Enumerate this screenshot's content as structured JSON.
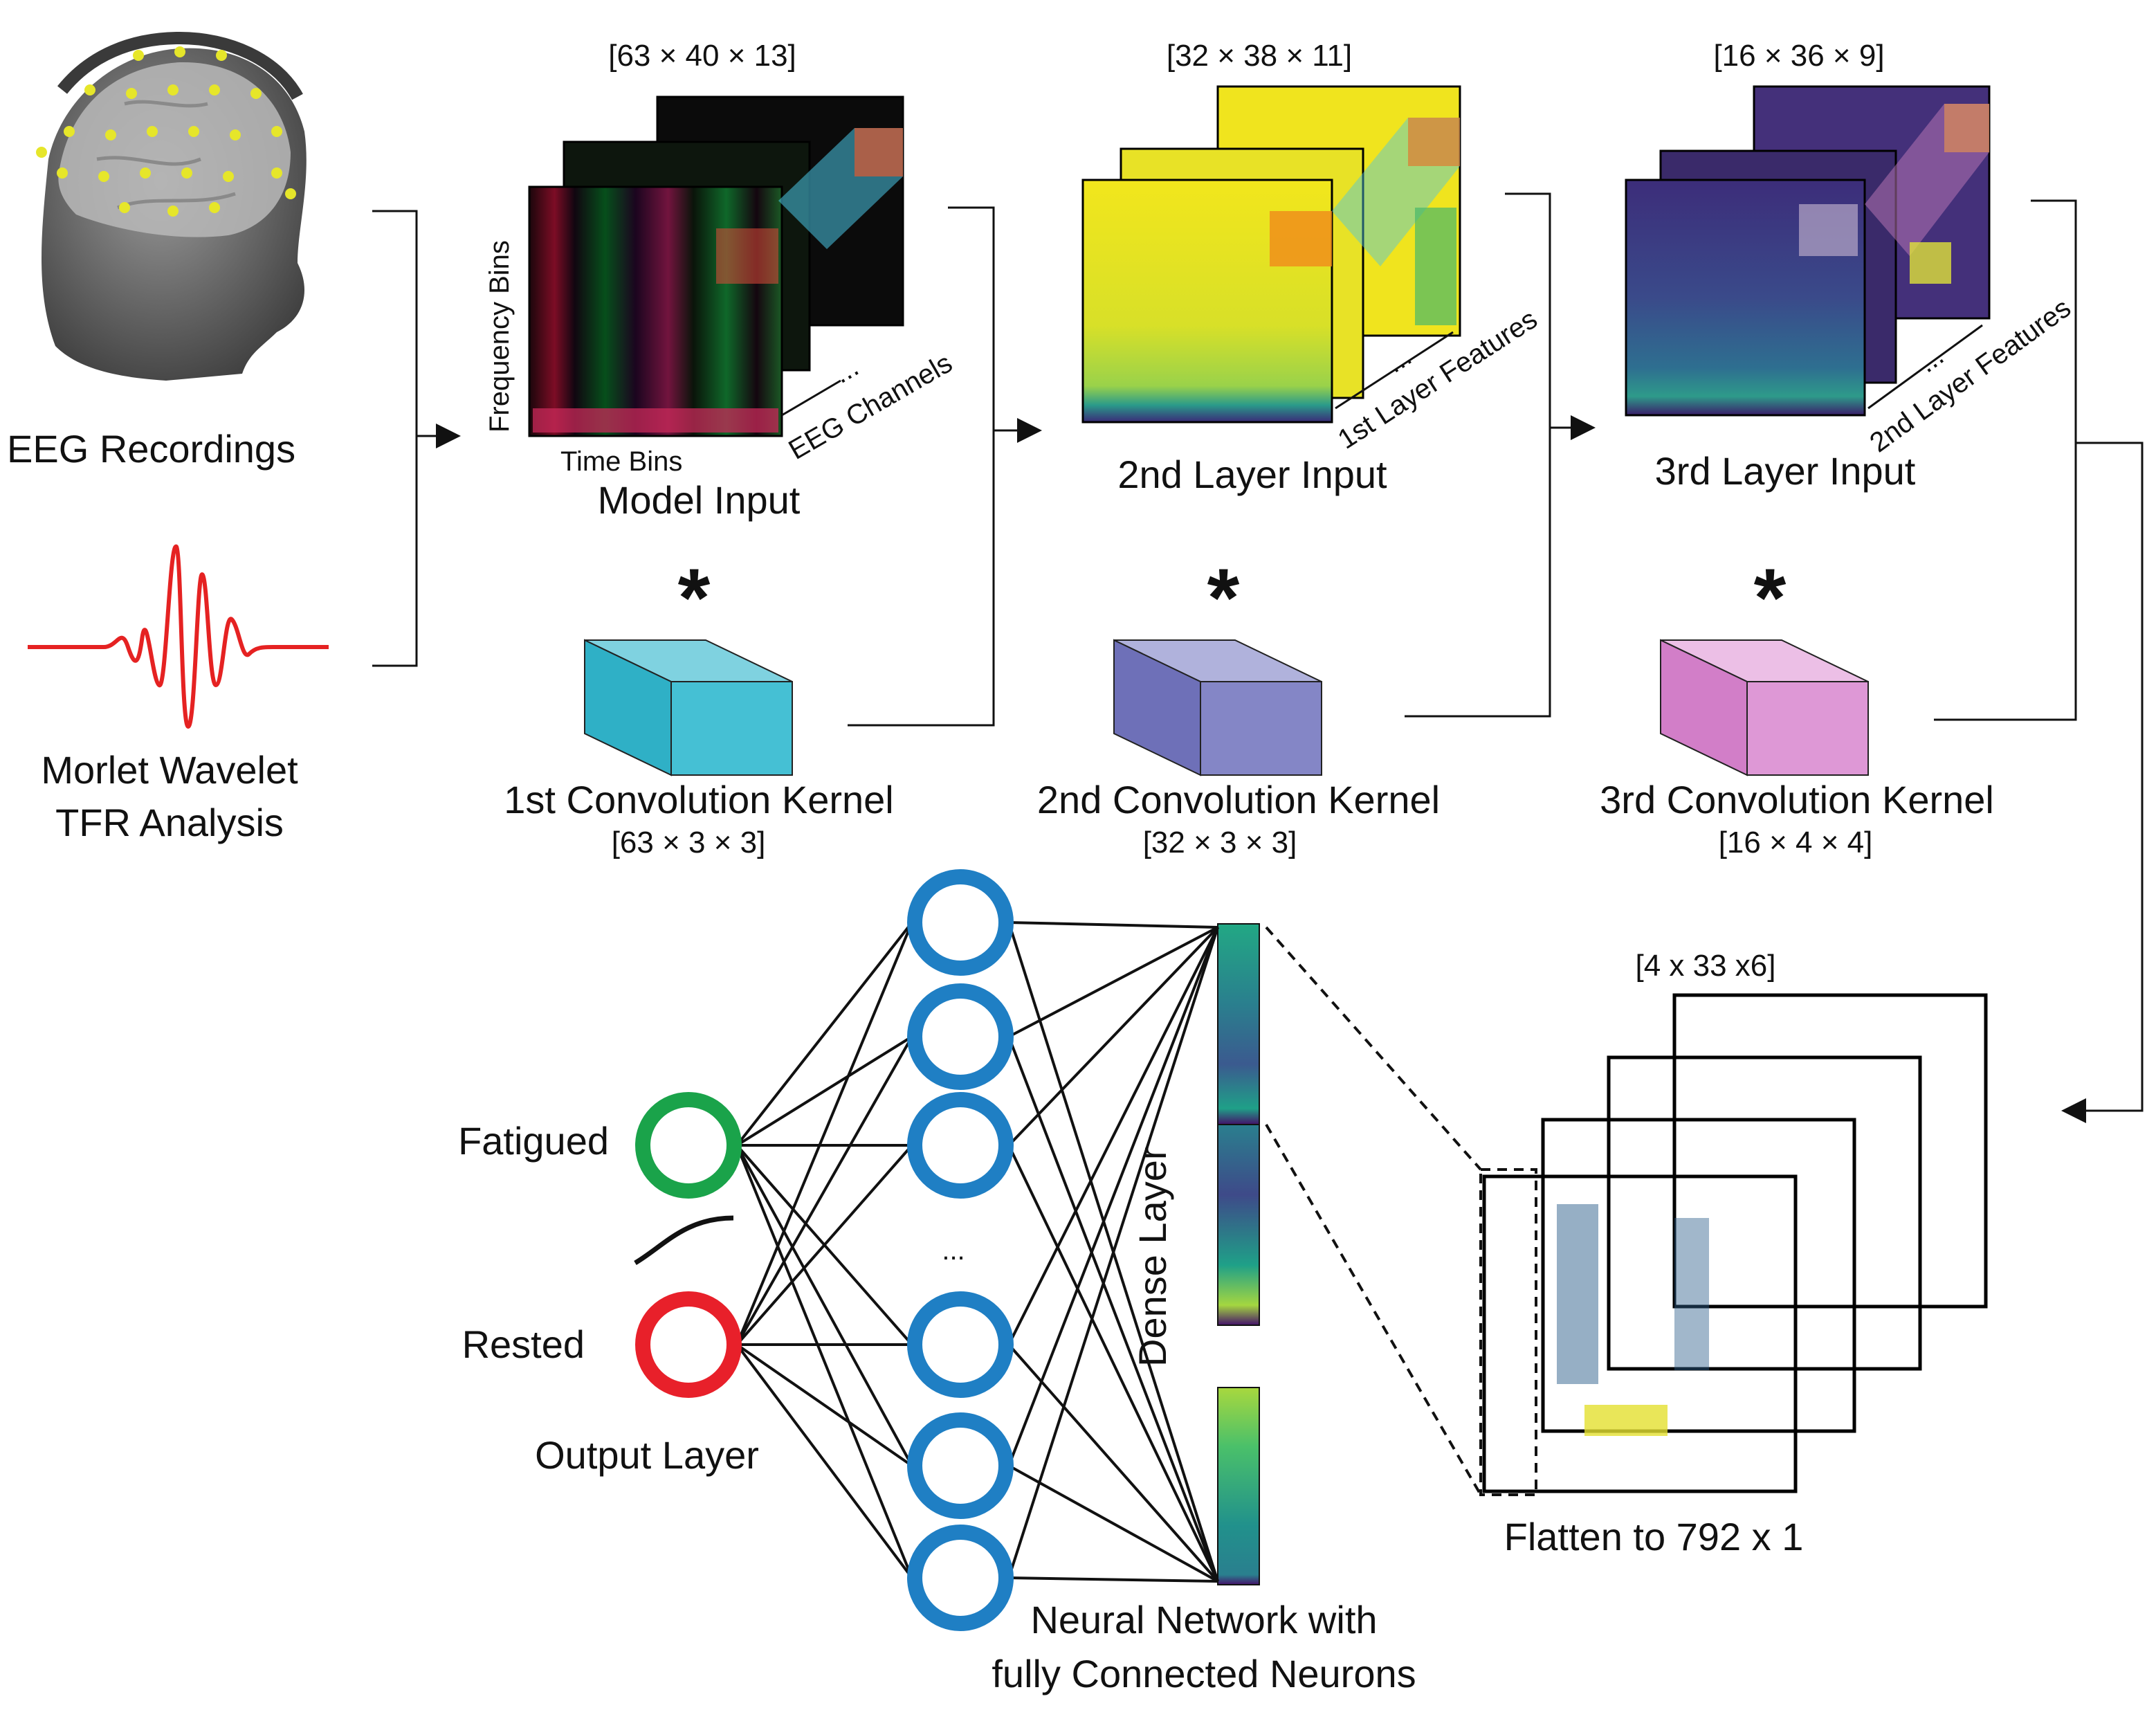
{
  "inputs": {
    "eeg_label": "EEG Recordings",
    "wavelet_label_line1": "Morlet Wavelet",
    "wavelet_label_line2": "TFR Analysis"
  },
  "model_input": {
    "dims": "[63 × 40 × 13]",
    "freq_axis": "Frequency Bins",
    "time_axis": "Time Bins",
    "channel_axis": "EEG Channels",
    "ellipsis": "...",
    "label": "Model Input"
  },
  "layer2_input": {
    "dims": "[32 × 38 × 11]",
    "feature_axis": "1st Layer Features",
    "ellipsis": "...",
    "label": "2nd Layer Input"
  },
  "layer3_input": {
    "dims": "[16 × 36 × 9]",
    "feature_axis": "2nd Layer Features",
    "ellipsis": "...",
    "label": "3rd Layer Input"
  },
  "kernels": [
    {
      "symbol": "*",
      "label": "1st Convolution Kernel",
      "dims": "[63 × 3 × 3]",
      "color": "#3ab8cc"
    },
    {
      "symbol": "*",
      "label": "2nd Convolution Kernel",
      "dims": "[32 × 3 × 3]",
      "color": "#7b7cc0"
    },
    {
      "symbol": "*",
      "label": "3rd Convolution Kernel",
      "dims": "[16 × 4 × 4]",
      "color": "#d48ecf"
    }
  ],
  "output_maps": {
    "dims": "[4 x 33 x6]",
    "flatten_label": "Flatten to 792 x 1"
  },
  "dense": {
    "label": "Dense Layer",
    "ellipsis": "..."
  },
  "network": {
    "label_line1": "Neural Network with",
    "label_line2": "fully Connected Neurons"
  },
  "output_layer": {
    "fatigued": "Fatigued",
    "rested": "Rested",
    "label": "Output Layer",
    "fatigued_color": "#1aa34a",
    "rested_color": "#e8202a",
    "neuron_color": "#1f7fc4"
  }
}
